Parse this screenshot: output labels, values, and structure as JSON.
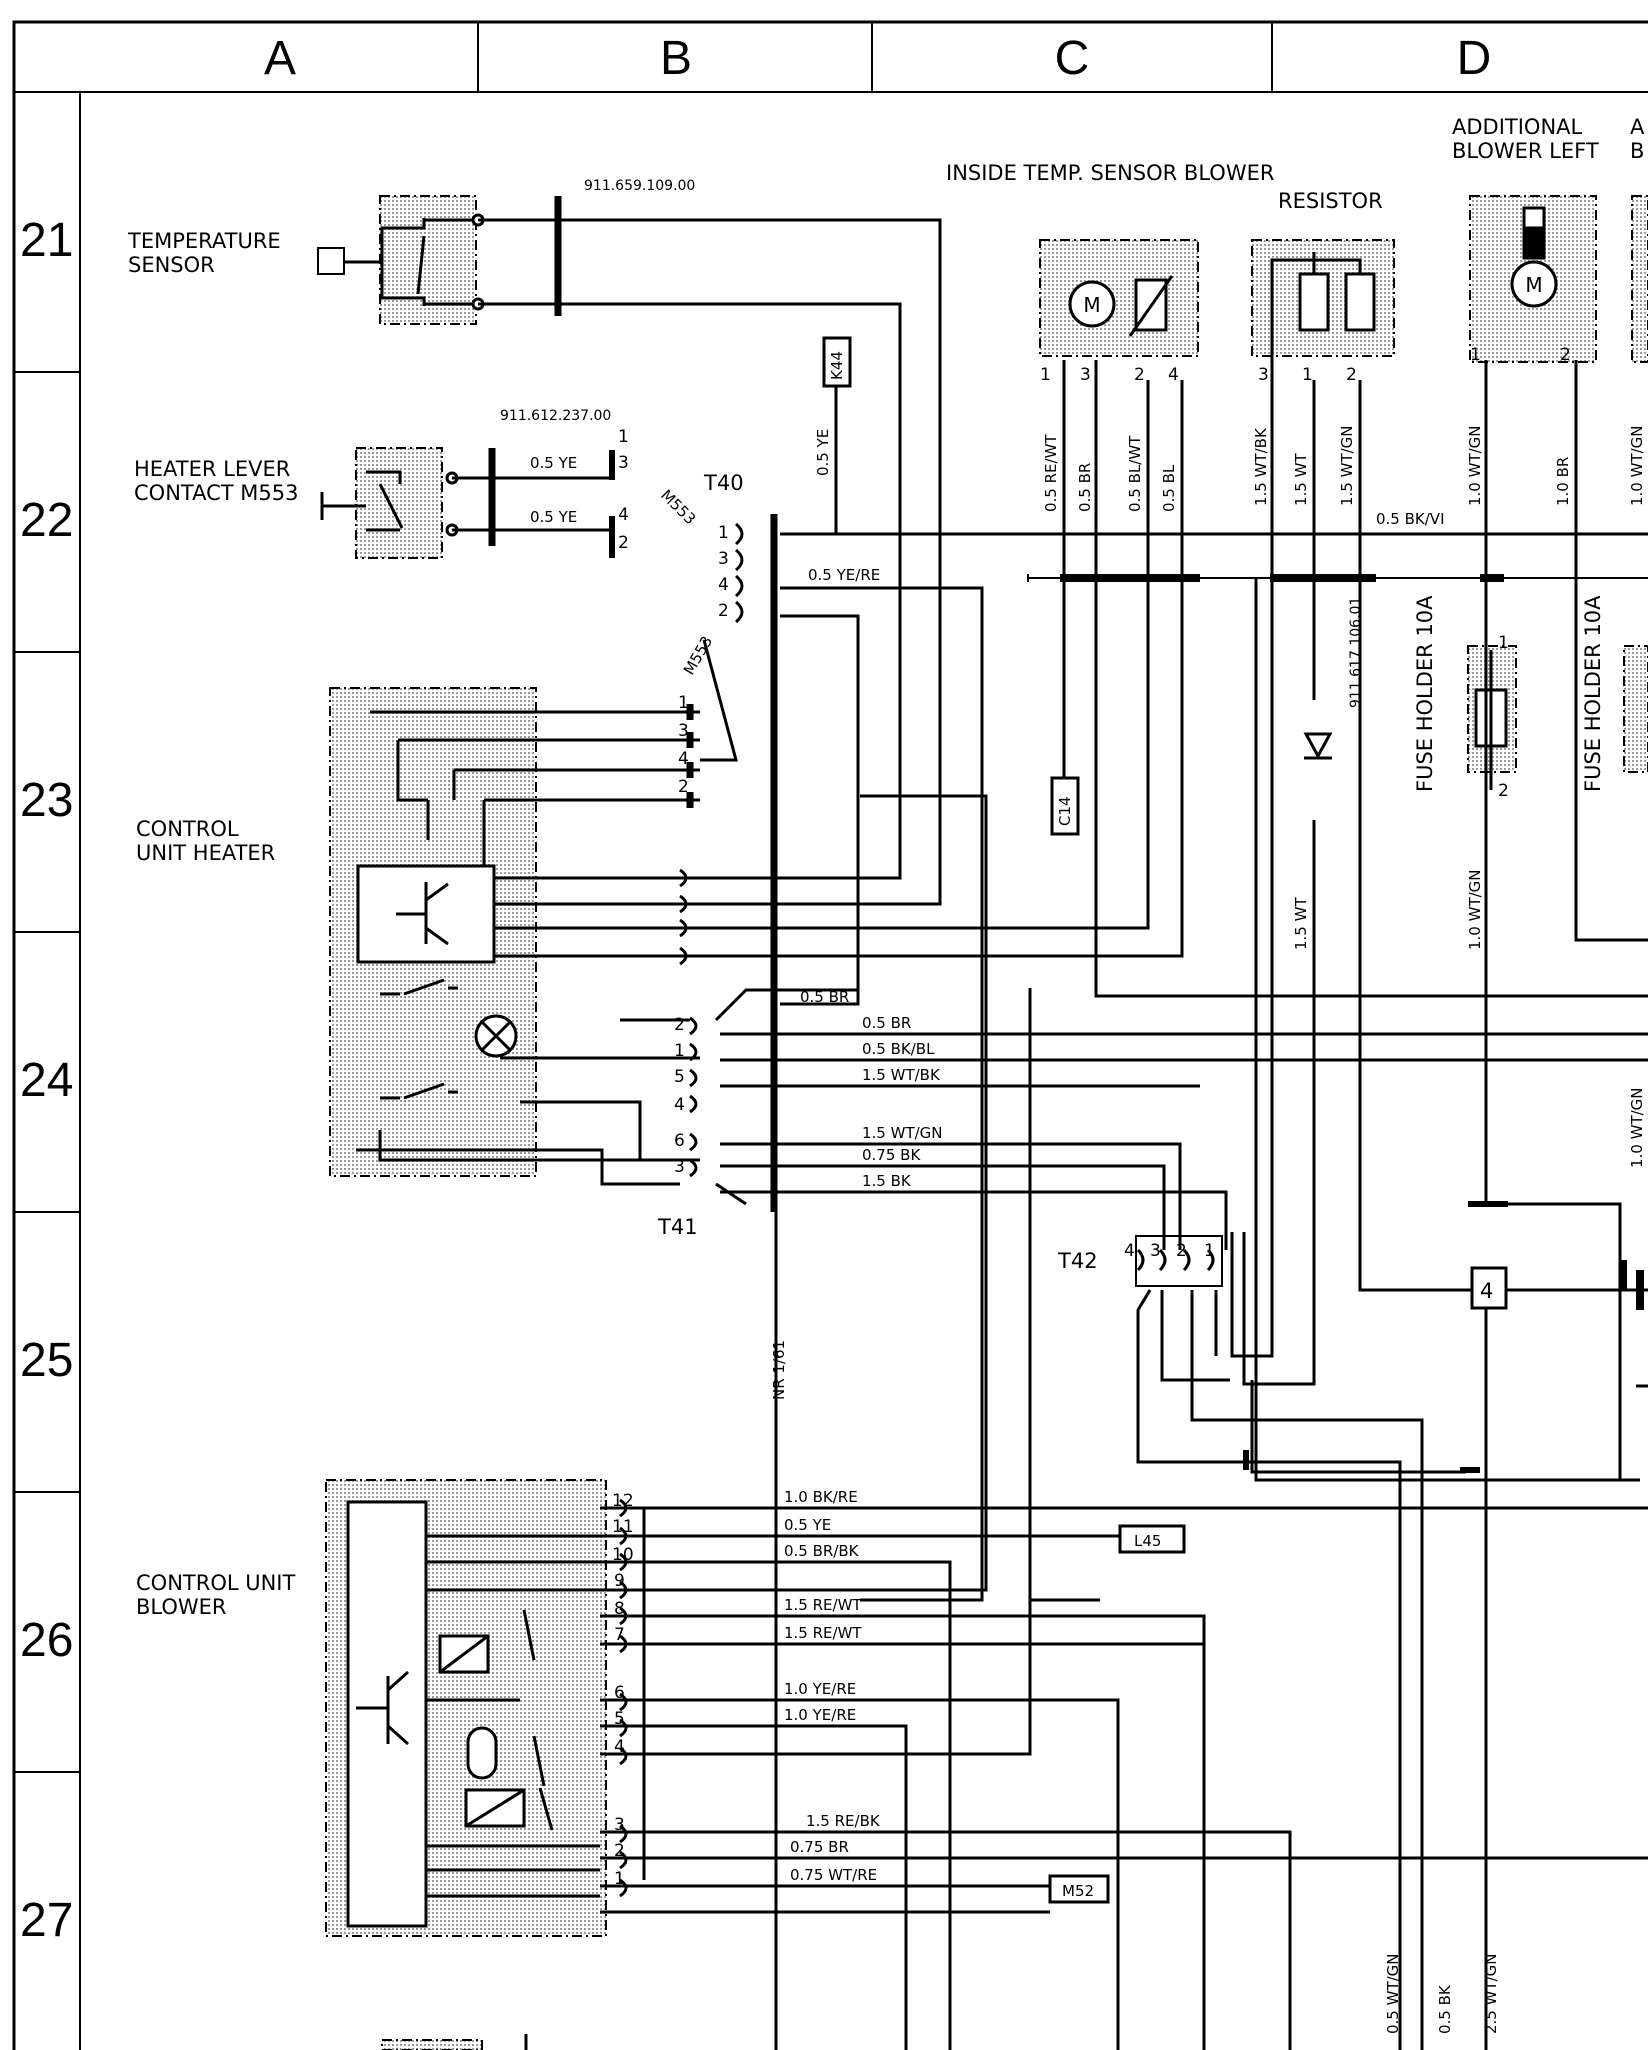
{
  "columns": [
    "A",
    "B",
    "C",
    "D"
  ],
  "rows": [
    "21",
    "22",
    "23",
    "24",
    "25",
    "26",
    "27"
  ],
  "components": {
    "temperature_sensor": "TEMPERATURE\nSENSOR",
    "heater_lever": "HEATER LEVER\nCONTACT M553",
    "control_unit_heater": "CONTROL\nUNIT HEATER",
    "control_unit_blower": "CONTROL UNIT\nBLOWER",
    "inside_temp_sensor": "INSIDE TEMP. SENSOR BLOWER",
    "resistor": "RESISTOR",
    "additional_blower_left": "ADDITIONAL\nBLOWER LEFT",
    "additional_blower_right_cut": "A\nB",
    "fuse_holder_1": "FUSE HOLDER 10A",
    "fuse_holder_2": "FUSE HOLDER 10A"
  },
  "part_numbers": {
    "p1": "911.659.109.00",
    "p2": "911.612.237.00",
    "p3": "911.617.106.01"
  },
  "connectors": {
    "t40": "T40",
    "t41": "T41",
    "t42": "T42",
    "nr": "NR 1/61",
    "m553": "M553",
    "m553b": "M553"
  },
  "refs": {
    "k44": "K44",
    "c14": "C14",
    "l45": "L45",
    "m52": "M52",
    "junction4": "4"
  },
  "wires": {
    "w_22a": "0.5 YE",
    "w_22b": "0.5 YE",
    "w_k44": "0.5 YE",
    "w_yere": "0.5 YE/RE",
    "w_bkvi": "0.5 BK/VI",
    "w_rewt": "0.5 RE/WT",
    "w_br_c": "0.5 BR",
    "w_blwt": "0.5 BL/WT",
    "w_bl": "0.5 BL",
    "w_15wtbk": "1.5 WT/BK",
    "w_15wt": "1.5 WT",
    "w_15wtgn": "1.5 WT/GN",
    "w_10wtgn": "1.0 WT/GN",
    "w_10br": "1.0 BR",
    "w_10wtgn_cut": "1.0 WT/GN",
    "w_15wt_b": "1.5 WT",
    "w_10wtgn_b": "1.0 WT/GN",
    "w_24_05br_top": "0.5 BR",
    "w_24_05br": "0.5 BR",
    "w_24_bkbl": "0.5 BK/BL",
    "w_24_wtbk": "1.5 WT/BK",
    "w_24_wtgn": "1.5 WT/GN",
    "w_24_075bk": "0.75 BK",
    "w_24_15bk": "1.5 BK",
    "w_24_cut": "1.0 WT/GN",
    "w_26_bkre": "1.0 BK/RE",
    "w_26_ye": "0.5 YE",
    "w_26_brbk": "0.5 BR/BK",
    "w_26_rewt1": "1.5 RE/WT",
    "w_26_rewt2": "1.5 RE/WT",
    "w_26_yere1": "1.0 YE/RE",
    "w_26_yere2": "1.0 YE/RE",
    "w_27_rebk": "1.5 RE/BK",
    "w_27_br": "0.75 BR",
    "w_27_wtre": "0.75 WT/RE",
    "w_bot1": "0.5 WT/GN",
    "w_bot2": "0.5 BK",
    "w_bot3": "2.5 WT/GN"
  },
  "pins": {
    "t40": [
      "1",
      "3",
      "4",
      "2"
    ],
    "heater_lever": [
      "1",
      "3",
      "4",
      "2"
    ],
    "cuh_top": [
      "1",
      "3",
      "4",
      "2"
    ],
    "t41": [
      "2",
      "1",
      "5",
      "4",
      "6",
      "3"
    ],
    "t42": [
      "4",
      "3",
      "2",
      "1"
    ],
    "blower_ctl": [
      "12",
      "11",
      "10",
      "9",
      "8",
      "7",
      "6",
      "5",
      "4",
      "3",
      "2",
      "1"
    ],
    "sensor": [
      "1",
      "3",
      "2",
      "4"
    ],
    "resistor": [
      "3",
      "1",
      "2"
    ],
    "add_blower": [
      "1",
      "2"
    ],
    "fuse": [
      "1",
      "2"
    ]
  },
  "colors": {
    "ink": "#000000",
    "paper": "#ffffff",
    "stipple": "#bdbdbd"
  }
}
